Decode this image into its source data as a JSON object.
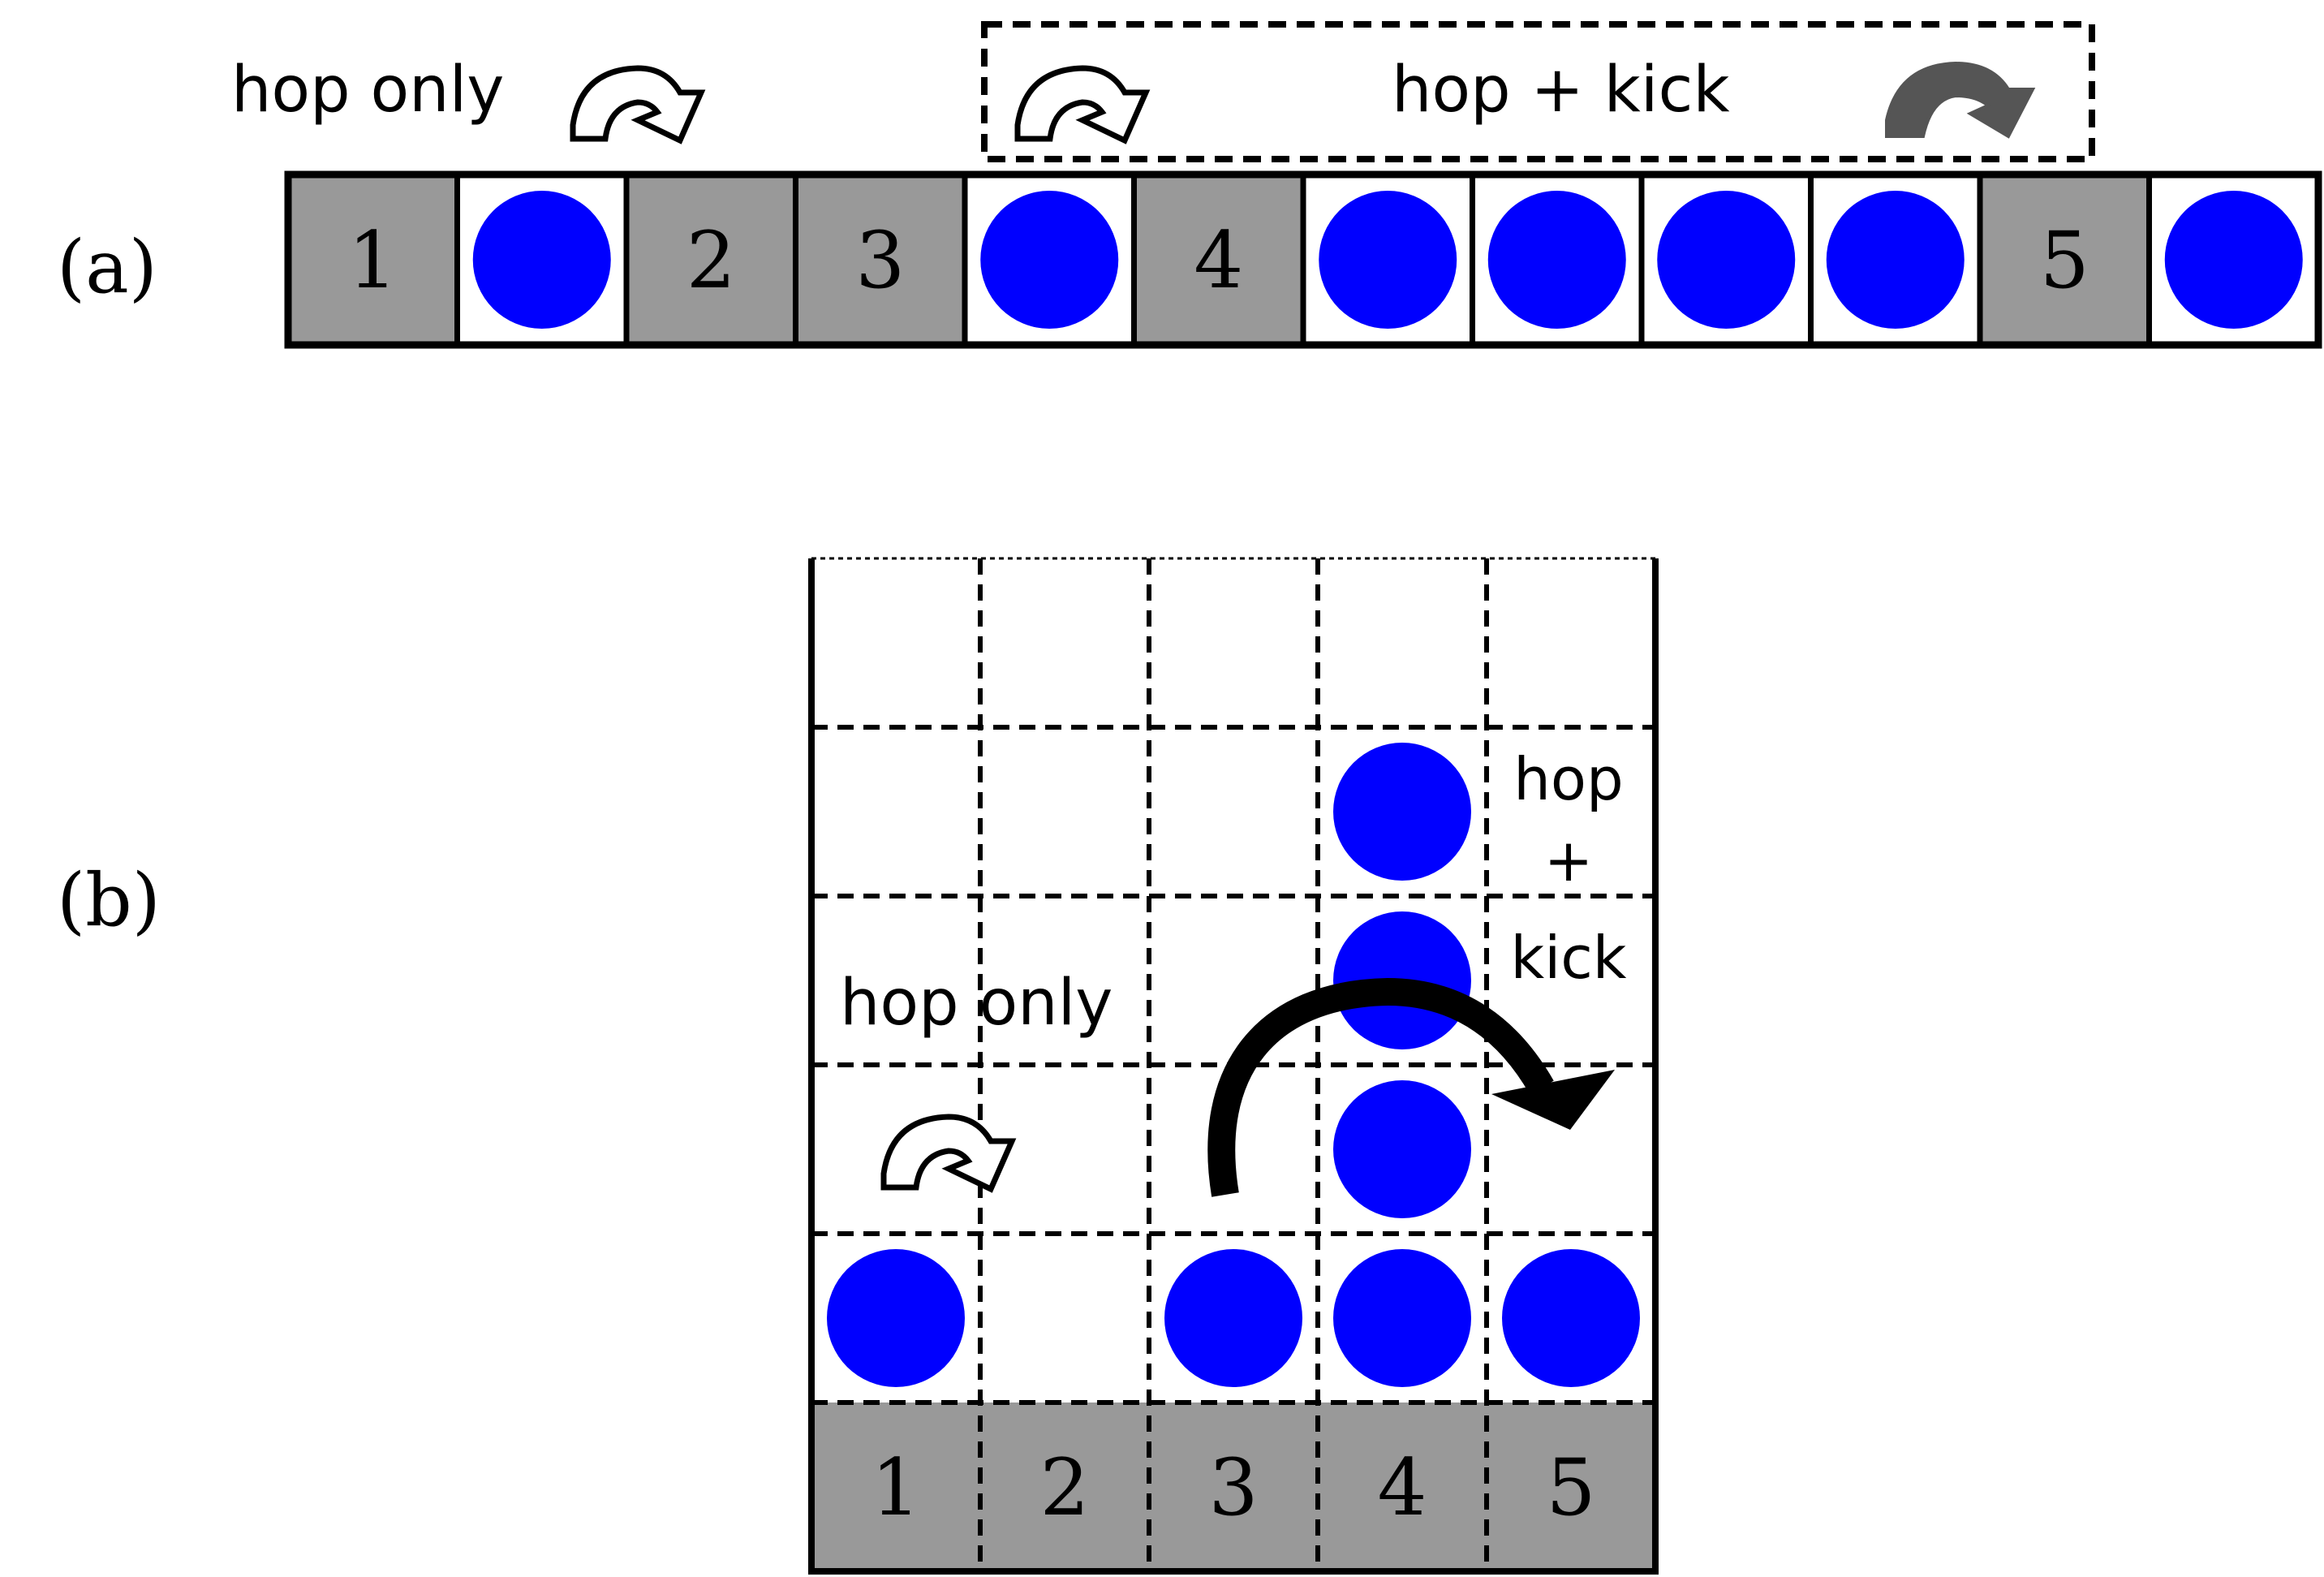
{
  "panel_a": {
    "label": "(a)",
    "hop_only_label": "hop only",
    "hop_kick_label": "hop + kick",
    "cells": [
      {
        "type": "site",
        "label": "1"
      },
      {
        "type": "particle"
      },
      {
        "type": "site",
        "label": "2"
      },
      {
        "type": "site",
        "label": "3"
      },
      {
        "type": "particle"
      },
      {
        "type": "site",
        "label": "4"
      },
      {
        "type": "particle"
      },
      {
        "type": "particle"
      },
      {
        "type": "particle"
      },
      {
        "type": "particle"
      },
      {
        "type": "site",
        "label": "5"
      },
      {
        "type": "particle"
      }
    ]
  },
  "panel_b": {
    "label": "(b)",
    "hop_only_label": "hop only",
    "hop_kick_label": [
      "hop",
      "+",
      "kick"
    ],
    "base_labels": [
      "1",
      "2",
      "3",
      "4",
      "5"
    ],
    "column_heights": [
      1,
      0,
      1,
      4,
      1
    ]
  },
  "colors": {
    "particle": "#0000ff",
    "site": "#999999",
    "kick_arrow": "#555555",
    "ink": "#000000"
  },
  "icons": {
    "hop_arrow": "outlined-curved-arrow-icon",
    "kick_arrow": "filled-curved-arrow-icon"
  }
}
